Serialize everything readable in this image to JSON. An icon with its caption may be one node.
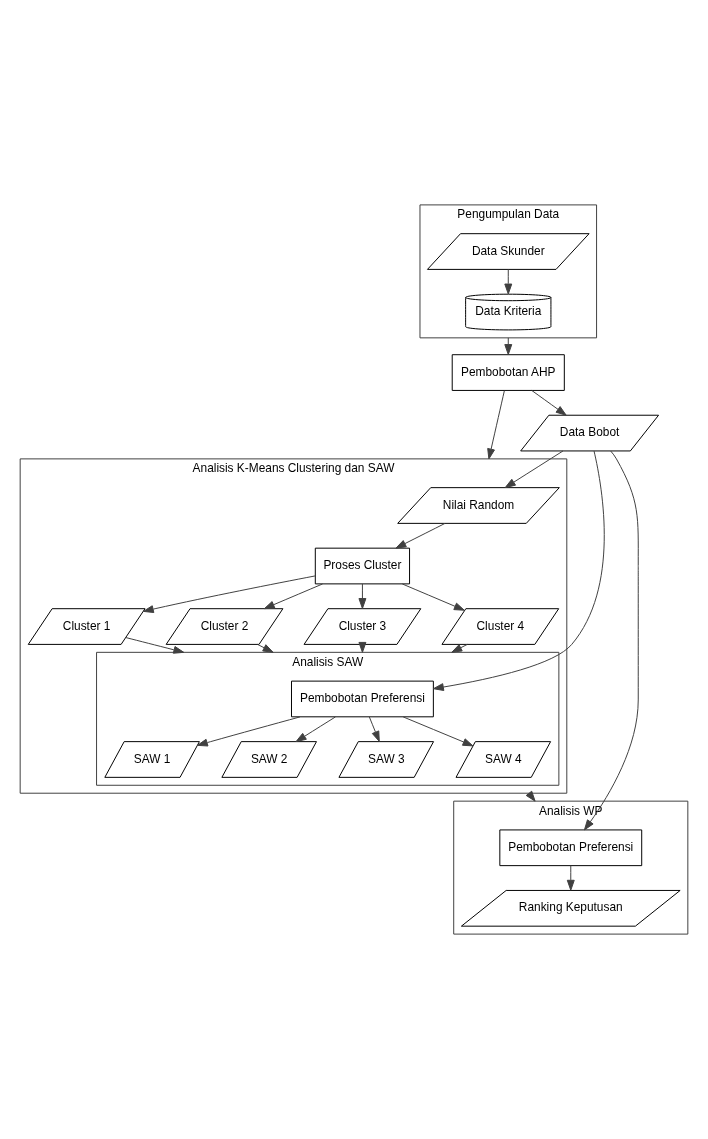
{
  "diagram": {
    "nodes": [
      {
        "text": [
          "Pengumpulan Data"
        ]
      },
      {
        "text": [
          "Data Skunder"
        ],
        "in": 0
      },
      {
        "text": [
          "Data Kriteria"
        ],
        "in": 0
      },
      {
        "text": [
          "Pembobotan AHP"
        ]
      },
      {
        "text": [
          "Data Bobot"
        ]
      },
      {
        "text": [
          "Analisis K-Means Clustering dan SAW"
        ]
      },
      {
        "text": [
          "Nilai Random"
        ],
        "in": 5
      },
      {
        "text": [
          "Proses Cluster"
        ],
        "in": 5
      },
      {
        "text": [
          "Cluster 1"
        ],
        "in": 5
      },
      {
        "text": [
          "Cluster 2"
        ],
        "in": 5
      },
      {
        "text": [
          "Cluster 3"
        ],
        "in": 5
      },
      {
        "text": [
          "Cluster 4"
        ],
        "in": 5
      },
      {
        "text": [
          "Analisis SAW"
        ],
        "in": 5
      },
      {
        "text": [
          "Pembobotan Preferensi"
        ],
        "in": 12
      },
      {
        "text": [
          "SAW 1"
        ],
        "in": 12
      },
      {
        "text": [
          "SAW 2"
        ],
        "in": 12
      },
      {
        "text": [
          "SAW 3"
        ],
        "in": 12
      },
      {
        "text": [
          "SAW 4"
        ],
        "in": 12
      },
      {
        "text": [
          "Analisis WP"
        ]
      },
      {
        "text": [
          "Pembobotan Preferensi"
        ],
        "in": 18
      },
      {
        "text": [
          "Ranking Keputusan"
        ],
        "in": 18
      }
    ],
    "edges": [
      {
        "from": 1,
        "to": 2,
        "arrow": "to"
      },
      {
        "from": 0,
        "to": 3,
        "arrow": "to"
      },
      {
        "from": 3,
        "to": 4,
        "arrow": "to"
      },
      {
        "from": 3,
        "to": 5,
        "arrow": "to"
      },
      {
        "from": 4,
        "to": 6,
        "arrow": "to"
      },
      {
        "from": 6,
        "to": 7,
        "arrow": "to"
      },
      {
        "from": 7,
        "to": 8,
        "arrow": "to"
      },
      {
        "from": 7,
        "to": 9,
        "arrow": "to"
      },
      {
        "from": 7,
        "to": 10,
        "arrow": "to"
      },
      {
        "from": 7,
        "to": 11,
        "arrow": "to"
      },
      {
        "from": 8,
        "to": 12,
        "arrow": "to"
      },
      {
        "from": 9,
        "to": 12,
        "arrow": "to"
      },
      {
        "from": 10,
        "to": 12,
        "arrow": "to"
      },
      {
        "from": 11,
        "to": 12,
        "arrow": "to"
      },
      {
        "from": 4,
        "to": 13,
        "arrow": "to"
      },
      {
        "from": 13,
        "to": 14,
        "arrow": "to"
      },
      {
        "from": 13,
        "to": 15,
        "arrow": "to"
      },
      {
        "from": 13,
        "to": 16,
        "arrow": "to"
      },
      {
        "from": 13,
        "to": 17,
        "arrow": "to"
      },
      {
        "from": 5,
        "to": 18,
        "arrow": "to"
      },
      {
        "from": 4,
        "to": 19,
        "arrow": "to"
      },
      {
        "from": 19,
        "to": 20,
        "arrow": "to"
      }
    ]
  }
}
